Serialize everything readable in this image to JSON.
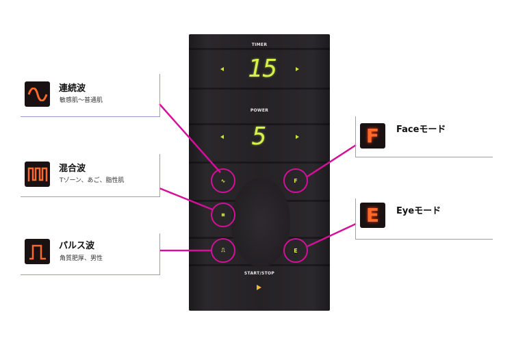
{
  "device": {
    "timer_label": "TIMER",
    "timer_value": "15",
    "power_label": "POWER",
    "power_value": "5",
    "start_stop_label": "START/STOP",
    "btn_continuous": "∿",
    "btn_mixed": "⩎",
    "btn_pulse": "⎍",
    "btn_face": "F",
    "btn_eye": "E"
  },
  "callouts": {
    "continuous": {
      "title": "連続波",
      "subtitle": "敏感肌～普通肌",
      "icon": "sine-wave-icon"
    },
    "mixed": {
      "title": "混合波",
      "subtitle": "Tゾーン、あご、脂性肌",
      "icon": "mixed-wave-icon"
    },
    "pulse": {
      "title": "パルス波",
      "subtitle": "角質肥厚、男性",
      "icon": "pulse-wave-icon"
    },
    "face": {
      "title": "Faceモード",
      "letter": "F"
    },
    "eye": {
      "title": "Eyeモード",
      "letter": "E"
    }
  },
  "colors": {
    "accent": "#d4109a",
    "display_green": "#d6f24a",
    "icon_orange": "#ff6a2a",
    "frame_line": "#9a9ad0"
  }
}
